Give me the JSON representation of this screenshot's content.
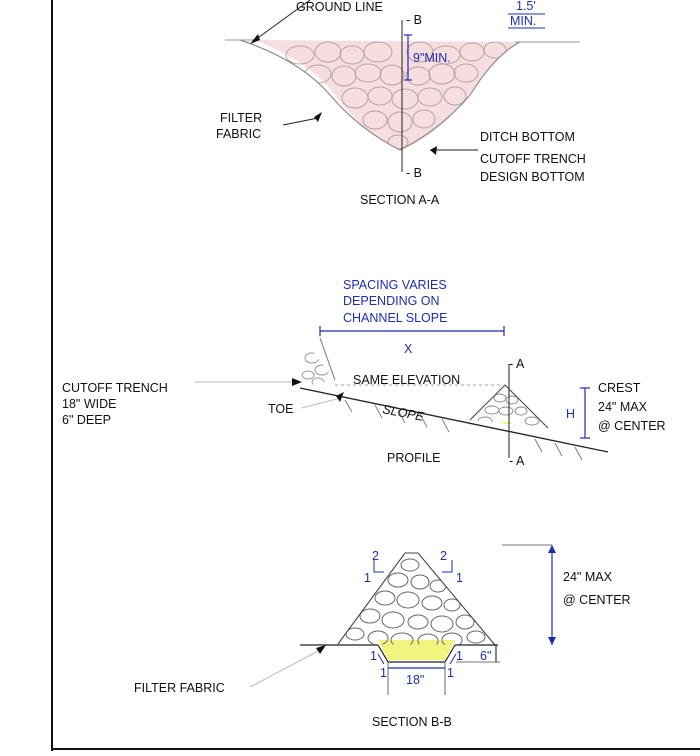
{
  "section_aa": {
    "ground_line": "GROUND LINE",
    "cut_b_top": "- B",
    "slope_num": "1.5'",
    "slope_den": "MIN.",
    "min_depth": "9\"MIN.",
    "filter_fabric_1": "FILTER",
    "filter_fabric_2": "FABRIC",
    "ditch_bottom": "DITCH BOTTOM",
    "cutoff_1": "CUTOFF TRENCH",
    "cutoff_2": "DESIGN BOTTOM",
    "cut_b_bottom": "- B",
    "title": "SECTION A-A"
  },
  "profile": {
    "spacing_1": "SPACING VARIES",
    "spacing_2": "DEPENDING ON",
    "spacing_3": "CHANNEL SLOPE",
    "x_label": "X",
    "cut_a_top": "- A",
    "cutoff_1": "CUTOFF TRENCH",
    "cutoff_2": "18\" WIDE",
    "cutoff_3": "6\" DEEP",
    "same_elevation": "SAME ELEVATION",
    "crest_1": "CREST",
    "crest_2": "24\" MAX",
    "crest_3": "@ CENTER",
    "h_label": "H",
    "toe": "TOE",
    "slope": "SLOPE",
    "title": "PROFILE",
    "cut_a_bottom": "- A"
  },
  "section_bb": {
    "ratio_top_left_run": "2",
    "ratio_top_left_rise": "1",
    "ratio_top_right_run": "2",
    "ratio_top_right_rise": "1",
    "max_1": "24\" MAX",
    "max_2": "@ CENTER",
    "ratio_bot_left_a": "1",
    "ratio_bot_left_b": "1",
    "ratio_bot_right_a": "1",
    "ratio_bot_right_b": "1",
    "depth": "6\"",
    "width": "18\"",
    "filter_fabric": "FILTER FABRIC",
    "title": "SECTION B-B"
  },
  "colors": {
    "dimension_blue": "#1f2db0",
    "fabric_pink": "#e9b7bd",
    "fabric_yellow": "#eef36a"
  }
}
